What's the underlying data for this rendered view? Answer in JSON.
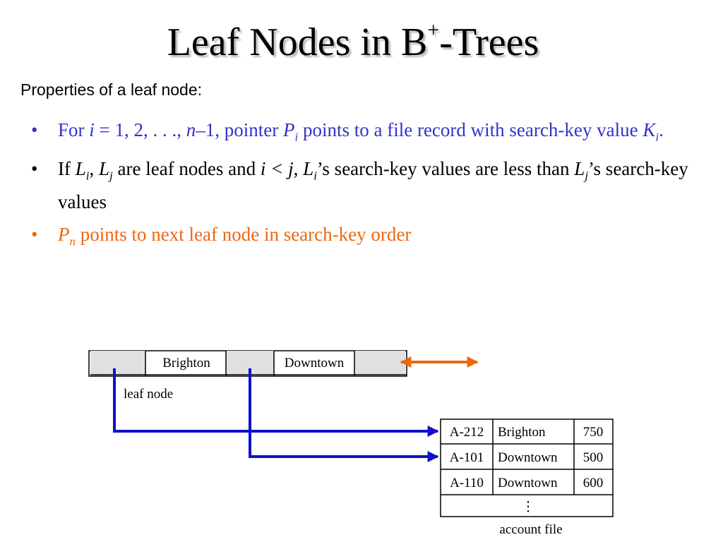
{
  "title": {
    "main": "Leaf Nodes in B",
    "sup": "+",
    "suffix": "-Trees"
  },
  "subtitle": "Properties of a leaf node:",
  "bullets": {
    "b1": {
      "p1": "For ",
      "i": "i",
      "p2": " = 1, 2, . . ., ",
      "n": "n",
      "p3": "–1, pointer ",
      "P": "P",
      "Psub": "i",
      "p4": " points to a file record with search-key value ",
      "K": "K",
      "Ksub": "i",
      "p5": "."
    },
    "b2": {
      "p1": "If ",
      "L1": "L",
      "L1sub": "i",
      "sep": ", ",
      "L2": "L",
      "L2sub": "j",
      "p2": " are leaf nodes and ",
      "cond": "i < j, ",
      "L3": "L",
      "L3sub": "i",
      "p3": "’s search-key values are less than ",
      "L4": "L",
      "L4sub": "j",
      "p4": "’s search-key values"
    },
    "b3": {
      "P": "P",
      "Psub": "n",
      "p1": " points to next leaf node in search-key order"
    }
  },
  "diagram": {
    "leaf_keys": [
      "Brighton",
      "Downtown"
    ],
    "leaf_label": "leaf node",
    "records": [
      [
        "A-212",
        "Brighton",
        "750"
      ],
      [
        "A-101",
        "Downtown",
        "500"
      ],
      [
        "A-110",
        "Downtown",
        "600"
      ]
    ],
    "ellipsis": "⋮",
    "file_label": "account file",
    "colors": {
      "pointer": "#1010cc",
      "next_pointer": "#ee6611",
      "cell_fill": "#e0e0e0"
    }
  }
}
